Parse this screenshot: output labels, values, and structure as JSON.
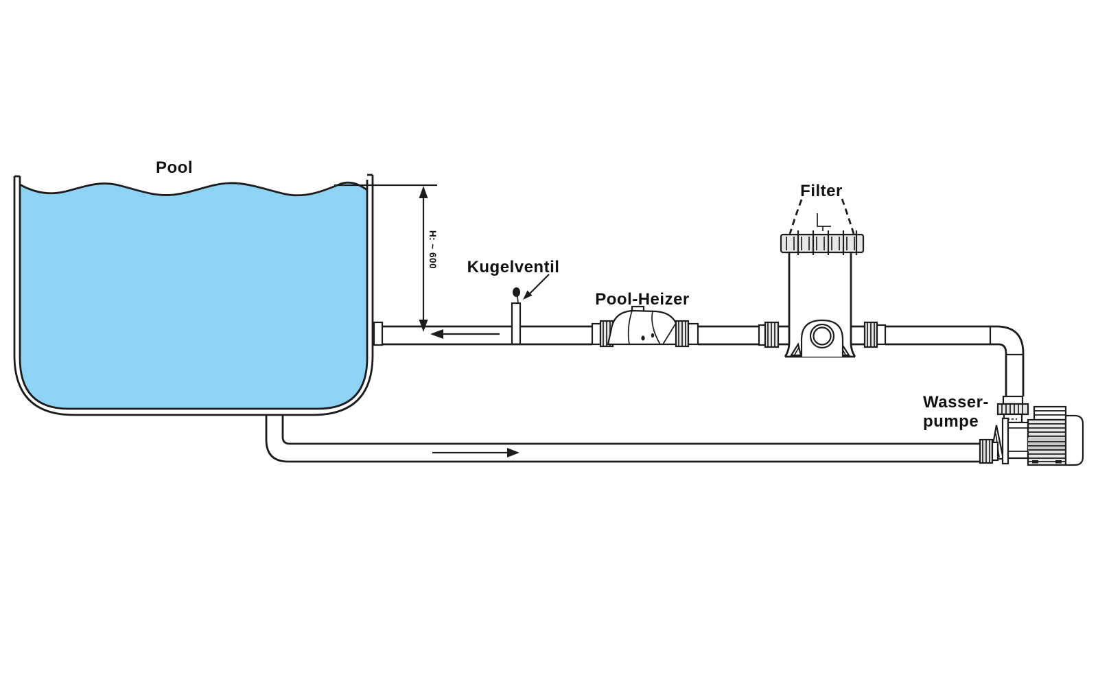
{
  "diagram": {
    "type": "schematic",
    "subject": "pool-water-circulation",
    "labels": {
      "pool": "Pool",
      "ball_valve": "Kugelventil",
      "heater": "Pool-Heizer",
      "filter": "Filter",
      "pump_line1": "Wasser-",
      "pump_line2": "pumpe"
    },
    "dimension": {
      "text": "H: ~ 600"
    },
    "flow_arrows": {
      "return_pipe_direction": "left",
      "suction_pipe_direction": "right"
    },
    "colors": {
      "water": "#8fd3f4",
      "line": "#1c1c1c",
      "background": "#ffffff",
      "fitting": "#e6e6e6",
      "motor_band": "#c9c9c9",
      "text": "#111111"
    }
  }
}
